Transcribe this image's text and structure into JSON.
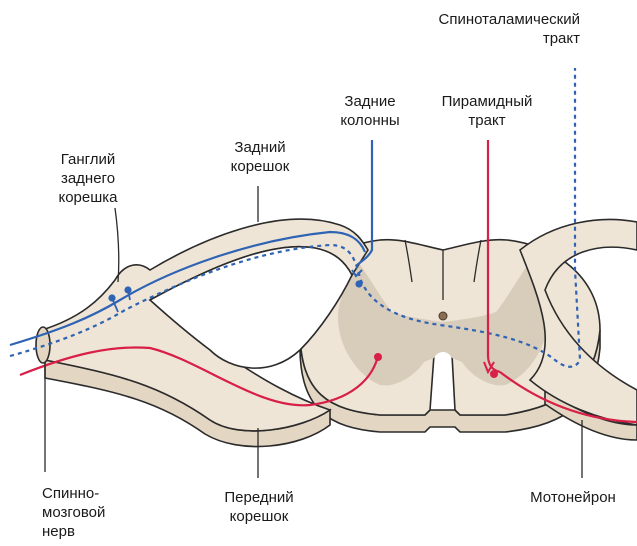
{
  "labels": {
    "spinothalamic": "Спиноталамический\nтракт",
    "posterior_columns": "Задние\nколонны",
    "pyramidal": "Пирамидный\nтракт",
    "posterior_root": "Задний\nкорешок",
    "ganglion": "Ганглий\nзаднего\nкорешка",
    "spinal_nerve": "Спинно-\nмозговой\nнерв",
    "anterior_root": "Передний\nкорешок",
    "motor_neuron": "Мотонейрон"
  },
  "colors": {
    "sensory": "#2f63b3",
    "motor": "#d81f47",
    "tissue": "#efe5d6",
    "grey_matter": "#d8ccbb",
    "outline": "#2b2b2b"
  }
}
